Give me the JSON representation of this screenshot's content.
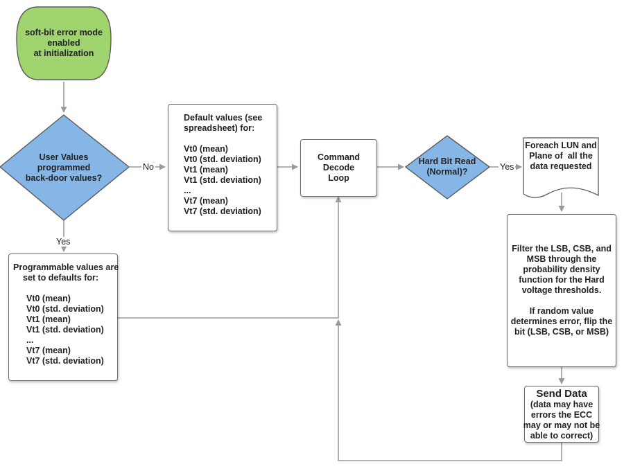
{
  "colors": {
    "start_fill": "#9fd46e",
    "decision_fill": "#86b6e6",
    "stroke": "#5a5a5a",
    "arrow": "#9a9a9a"
  },
  "nodes": {
    "start": {
      "lines": [
        "soft-bit error mode",
        "enabled",
        "at initialization"
      ]
    },
    "user_values": {
      "lines": [
        "User Values",
        "programmed",
        "back-door values?"
      ]
    },
    "defaults": {
      "lines": [
        "Default values (see",
        "spreadsheet) for:",
        "",
        "Vt0 (mean)",
        "Vt0 (std. deviation)",
        "Vt1 (mean)",
        "Vt1 (std. deviation)",
        "...",
        "Vt7 (mean)",
        "Vt7 (std. deviation)"
      ]
    },
    "programmable": {
      "lines": [
        "Programmable values are",
        "set to defaults for:",
        "",
        "Vt0 (mean)",
        "Vt0 (std. deviation)",
        "Vt1 (mean)",
        "Vt1 (std. deviation)",
        "...",
        "Vt7 (mean)",
        "Vt7 (std. deviation)"
      ]
    },
    "command_loop": {
      "lines": [
        "Command",
        "Decode",
        "Loop"
      ]
    },
    "hard_bit": {
      "lines": [
        "Hard Bit Read",
        "(Normal)?"
      ]
    },
    "foreach": {
      "lines": [
        "Foreach LUN and",
        "Plane of  all the",
        "data requested"
      ]
    },
    "filter": {
      "lines": [
        "Filter the LSB, CSB, and",
        "MSB through the",
        "probability density",
        "function for the Hard",
        "voltage thresholds.",
        "",
        "If random value",
        "determines error, flip the",
        "bit (LSB, CSB, or MSB)"
      ]
    },
    "send": {
      "title": "Send Data",
      "lines": [
        "(data may have",
        "errors the ECC",
        "may or may not be",
        "able to correct)"
      ]
    }
  },
  "edges": {
    "no_label": "No",
    "yes_left_label": "Yes",
    "yes_right_label": "Yes"
  }
}
